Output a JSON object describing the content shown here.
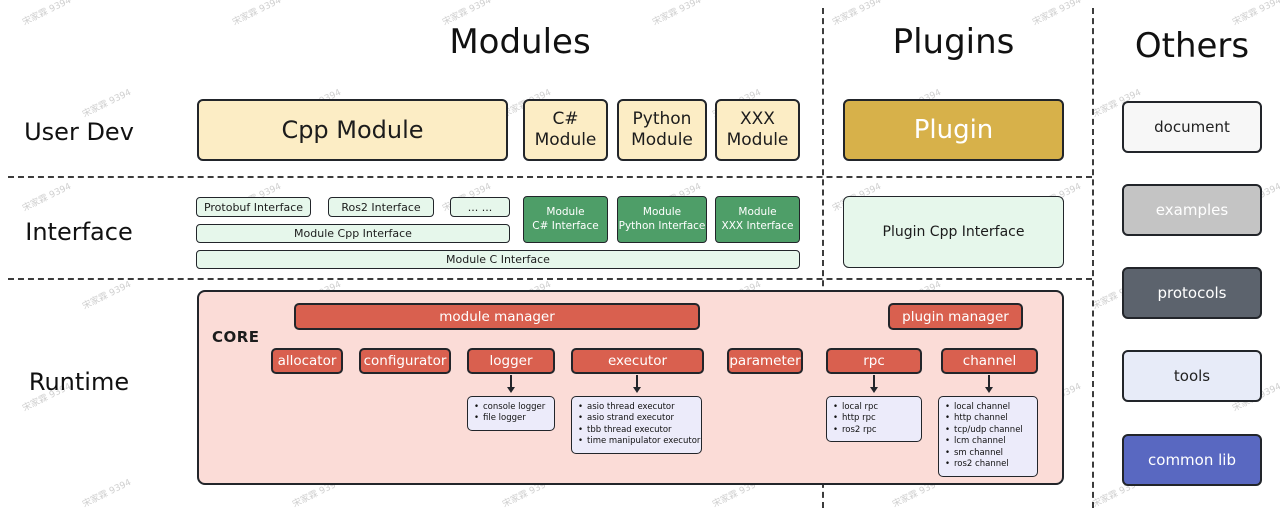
{
  "watermark": {
    "text": "宋家霖 9394"
  },
  "headers": {
    "modules": "Modules",
    "plugins": "Plugins",
    "others": "Others"
  },
  "rows": {
    "user_dev": "User Dev",
    "interface": "Interface",
    "runtime": "Runtime"
  },
  "modules": {
    "cpp": "Cpp Module",
    "csharp": "C# Module",
    "python": "Python Module",
    "xxx": "XXX Module"
  },
  "plugins": {
    "plugin": "Plugin",
    "plugin_cpp_interface": "Plugin Cpp Interface"
  },
  "interfaces": {
    "protobuf": "Protobuf Interface",
    "ros2": "Ros2 Interface",
    "dots": "... ...",
    "module_cpp": "Module Cpp Interface",
    "module_c": "Module C Interface",
    "module_csharp": {
      "line1": "Module",
      "line2": "C# Interface"
    },
    "module_python": {
      "line1": "Module",
      "line2": "Python Interface"
    },
    "module_xxx": {
      "line1": "Module",
      "line2": "XXX Interface"
    }
  },
  "runtime": {
    "core_label": "CORE",
    "module_manager": "module manager",
    "plugin_manager": "plugin manager",
    "components": {
      "allocator": "allocator",
      "configurator": "configurator",
      "logger": "logger",
      "executor": "executor",
      "parameter": "parameter",
      "rpc": "rpc",
      "channel": "channel"
    },
    "logger_items": [
      "console logger",
      "file logger"
    ],
    "executor_items": [
      "asio thread executor",
      "asio strand executor",
      "tbb thread executor",
      "time manipulator executor"
    ],
    "rpc_items": [
      "local rpc",
      "http rpc",
      "ros2 rpc"
    ],
    "channel_items": [
      "local channel",
      "http channel",
      "tcp/udp channel",
      "lcm channel",
      "sm channel",
      "ros2 channel"
    ]
  },
  "others": {
    "items": [
      {
        "label": "document",
        "bg": "#f7f7f7",
        "fg": "#222222"
      },
      {
        "label": "examples",
        "bg": "#c4c4c4",
        "fg": "#ffffff"
      },
      {
        "label": "protocols",
        "bg": "#5c636d",
        "fg": "#ffffff"
      },
      {
        "label": "tools",
        "bg": "#e7ebf8",
        "fg": "#222222"
      },
      {
        "label": "common lib",
        "bg": "#5968c1",
        "fg": "#ffffff"
      }
    ]
  },
  "colors": {
    "cream": "#fcedc5",
    "gold": "#d7b14a",
    "light_green": "#e6f7eb",
    "green": "#4e9e68",
    "pink_core": "#fbdcd7",
    "red": "#d9604f",
    "lavender": "#ecebfa",
    "border": "#22252a"
  }
}
